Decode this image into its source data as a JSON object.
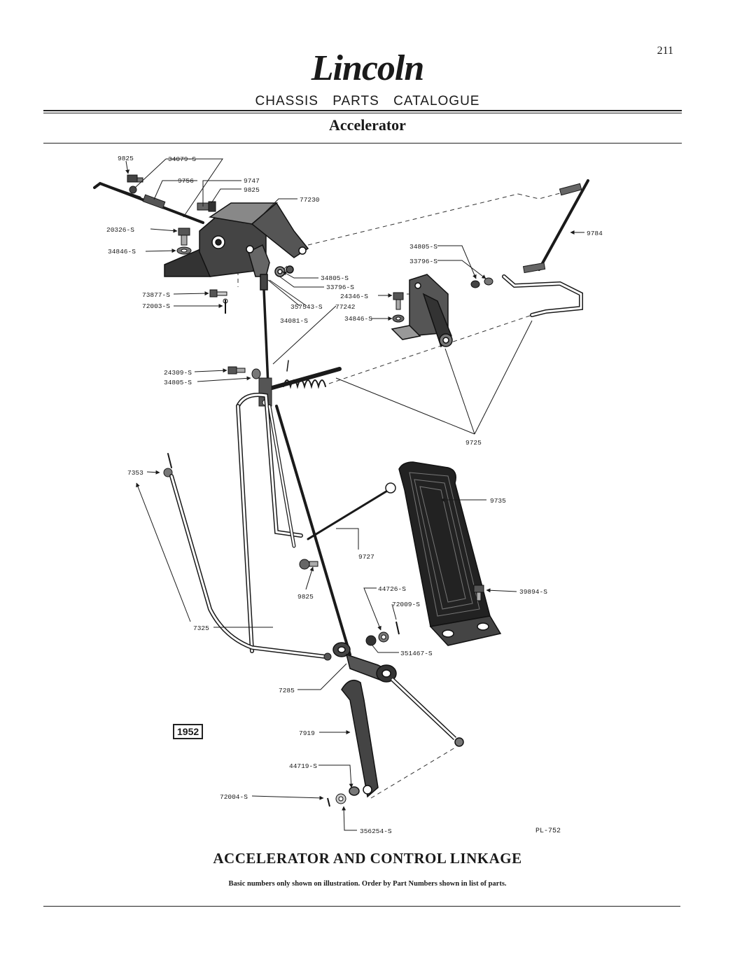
{
  "page_number": "211",
  "brand": "Lincoln",
  "subtitle": "CHASSIS   PARTS   CATALOGUE",
  "section_title": "Accelerator",
  "caption": "ACCELERATOR AND CONTROL LINKAGE",
  "note": "Basic numbers only shown on illustration.  Order by Part Numbers shown in list of parts.",
  "year_badge": "1952",
  "plate_number": "PL-752",
  "callouts": {
    "c9825a": "9825",
    "c34079s": "34079-S",
    "c9756": "9756",
    "c9747": "9747",
    "c9825b": "9825",
    "c77230": "77230",
    "c20326s": "20326-S",
    "c34846sa": "34846-S",
    "c73877s": "73877-S",
    "c72003s": "72003-S",
    "c34805sa": "34805-S",
    "c33796sa": "33796-S",
    "c24346s": "24346-S",
    "c357543s": "357543-S",
    "c77242": "77242",
    "c34081s": "34081-S",
    "c34846sb": "34846-S",
    "c34805sb": "34805-S",
    "c33796sb": "33796-S",
    "c9784": "9784",
    "c24309s": "24309-S",
    "c34805sc": "34805-S",
    "c9725": "9725",
    "c7353": "7353",
    "c9735": "9735",
    "c9727": "9727",
    "c9825c": "9825",
    "c44726s": "44726-S",
    "c72009s": "72009-S",
    "c39894s": "39894-S",
    "c7325": "7325",
    "c351467s": "351467-S",
    "c7285": "7285",
    "c7919": "7919",
    "c44719s": "44719-S",
    "c72004s": "72004-S",
    "c356254s": "356254-S"
  }
}
